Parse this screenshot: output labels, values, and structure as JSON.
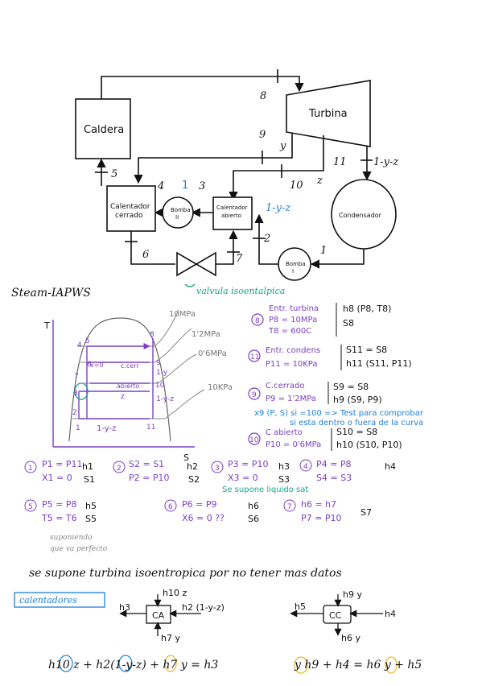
{
  "diagram": {
    "boiler": "Caldera",
    "turbine": "Turbina",
    "closed_heater": [
      "Calentador",
      "cerrado"
    ],
    "open_heater": [
      "Calentador",
      "abierto"
    ],
    "pump2": [
      "Bomba",
      "II"
    ],
    "pump1": [
      "Bomba",
      "I"
    ],
    "condenser": "Condensador",
    "state_labels": {
      "s8": "8",
      "s9": "9",
      "y": "y",
      "s10": "10",
      "z": "z",
      "s11": "11",
      "frac_cond": "1-y-z",
      "s5": "5",
      "s4": "4",
      "s3": "3",
      "s2": "2",
      "s1": "1",
      "s6": "6",
      "s7": "7"
    },
    "blue_1": "1",
    "frac_open": "1-y-z",
    "valve_note": "valvula isoentalpica"
  },
  "title": "Steam-IAPWS",
  "ts": {
    "T": "T",
    "s": "S",
    "p10": "10MPa",
    "p12": "1'2MPa",
    "p06": "0'6MPa",
    "p01": "10KPa",
    "pts": {
      "n4": "4",
      "n5": "5",
      "n8": "8",
      "n9": "9",
      "n1y": "1-y",
      "n10": "10",
      "n1yz": "1-y-z",
      "n3": "3",
      "n2": "2",
      "n1": "1",
      "n11": "11",
      "n6": "6",
      "n7": "7",
      "x0": "x=0",
      "ccerr": "c.cerr",
      "cabierto": "abierto",
      "z": "z"
    },
    "bottom": "1-y-z"
  },
  "notes_right": {
    "s8_title": "Entr. turbina",
    "s8_p": "P8 = 10MPa",
    "s8_t": "T8 = 600C",
    "s8_res1": "h8 (P8, T8)",
    "s8_res2": "S8",
    "s11_title": "Entr. condens",
    "s11_p": "P11 = 10KPa",
    "s11_res1": "S11 = S8",
    "s11_res2": "h11 (S11, P11)",
    "s9_title": "C.cerrado",
    "s9_p": "P9 = 1'2MPa",
    "s9_res1": "S9 = S8",
    "s9_res2": "h9 (S9, P9)",
    "note_blue1": "x9 (P, S) si =100 => Test para comprobar",
    "note_blue2": "si esta dentro o fuera de la curva",
    "s10_title": "C abierto",
    "s10_p": "P10 = 0'6MPa",
    "s10_res1": "S10 = S8",
    "s10_res2": "h10 (S10, P10)"
  },
  "states_row1": {
    "s1a": "P1 = P11",
    "s1b": "X1 = 0",
    "s1r1": "h1",
    "s1r2": "S1",
    "s2a": "S2 = S1",
    "s2b": "P2 = P10",
    "s2r1": "h2",
    "s3a": "P3 = P10",
    "s3b": "X3 = 0",
    "s3r1": "h3",
    "s3r2": "S3",
    "s4a": "P4 = P8",
    "s4b": "S4 = S3",
    "s4r1": "h4"
  },
  "states_row2": {
    "s5a": "P5 = P8",
    "s5b": "T5 = T6",
    "s5r1": "h5",
    "s5r2": "S5",
    "note_sat": "Se supone liquido sat",
    "s6a": "P6 = P9",
    "s6b": "X6 = 0 ??",
    "s6r1": "h6",
    "s6r2": "S6",
    "s7a": "h6 = h7",
    "s7b": "P7 = P10",
    "s7r1": "S7",
    "note_perf": [
      "suponiendo",
      "que va perfecto"
    ]
  },
  "assumption": "se supone turbina isoentropica por no tener mas datos",
  "heaters_label": "calentadores",
  "ca": {
    "label": "CA",
    "h3": "h3",
    "h10z": "h10 z",
    "h2": "h2 (1-y-z)",
    "h7y": "h7 y"
  },
  "cc": {
    "label": "CC",
    "h5": "h5",
    "h9y": "h9 y",
    "h4": "h4",
    "h6y": "h6 y"
  },
  "eq_ca": "h10 z + h2(1-y-z) + h7 y = h3",
  "eq_cc": "y h9 + h4 = h6 y + h5"
}
